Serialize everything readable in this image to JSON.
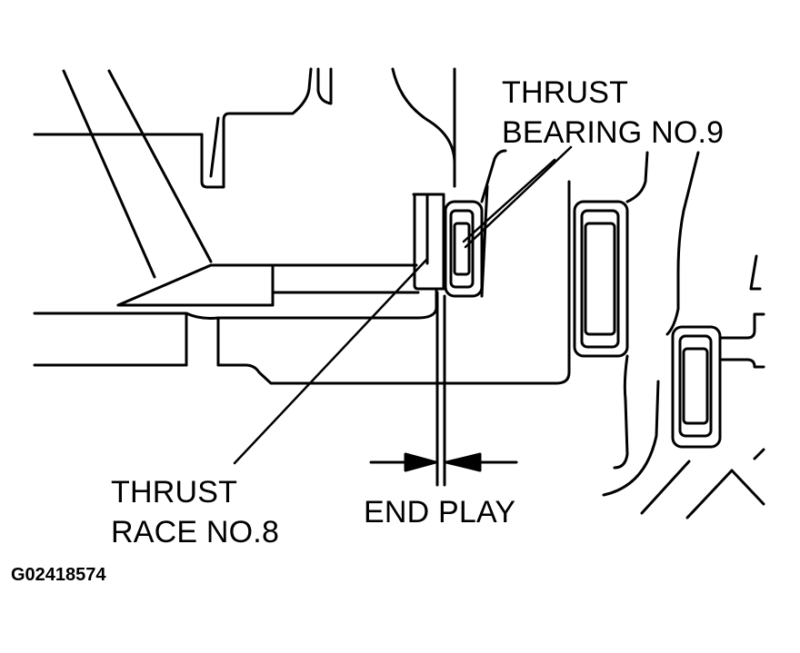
{
  "labels": {
    "thrust_bearing": {
      "line1": "THRUST",
      "line2": "BEARING NO.9"
    },
    "thrust_race": {
      "line1": "THRUST",
      "line2": "RACE NO.8"
    },
    "end_play": "END PLAY"
  },
  "figure_code": "G02418574",
  "colors": {
    "line": "#000000",
    "background": "#ffffff"
  }
}
